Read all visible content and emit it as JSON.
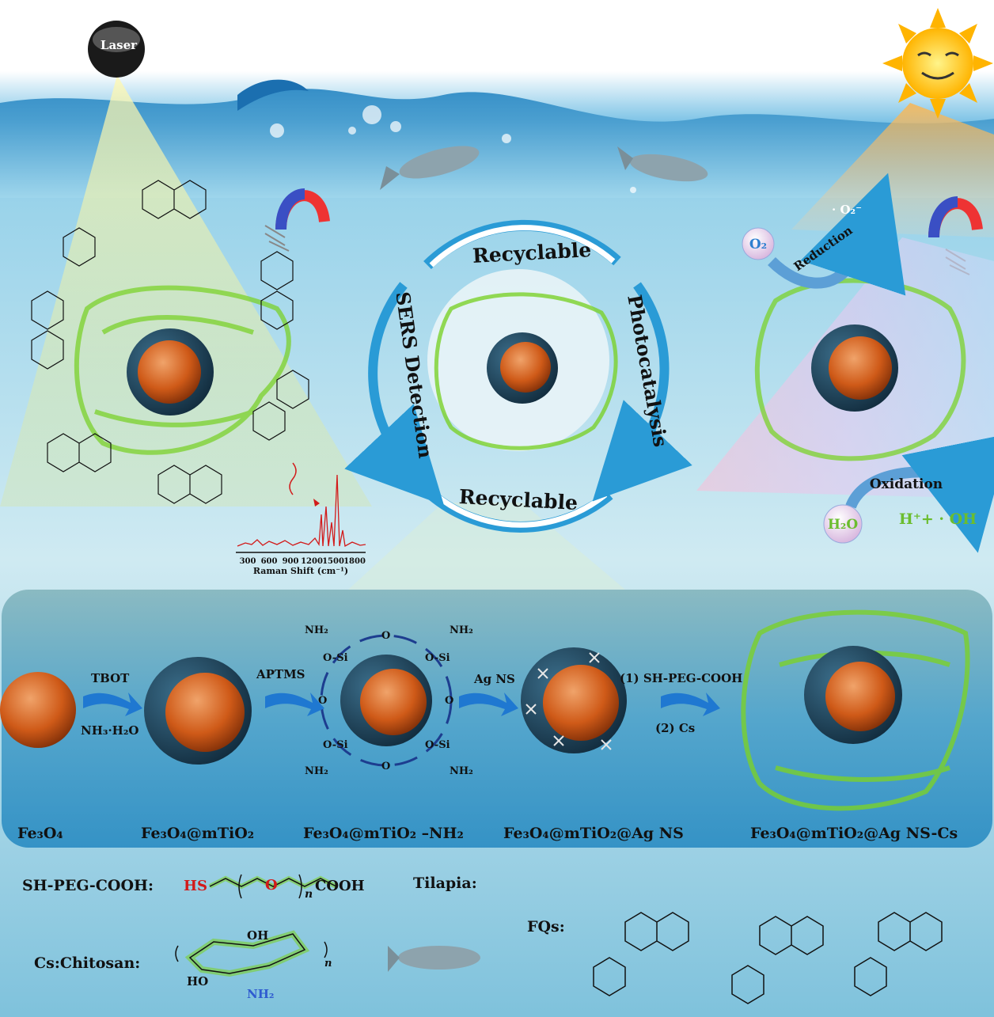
{
  "top": {
    "laser_label": "Laser",
    "cycle": {
      "top_label": "Recyclable",
      "bottom_label": "Recyclable",
      "left_label": "SERS Detection",
      "right_label": "Photocatalysis"
    },
    "raman": {
      "xlabel": "Raman Shift (cm⁻¹)",
      "ticks": [
        "300",
        "600",
        "900",
        "1200",
        "1500",
        "1800"
      ]
    },
    "photo": {
      "o2": "O₂",
      "reduction": "Reduction",
      "superoxide": "· O₂⁻",
      "h2o": "H₂O",
      "oxidation": "Oxidation",
      "products": "H⁺+ · OH"
    }
  },
  "synthesis": {
    "stages": [
      "Fe₃O₄",
      "Fe₃O₄@mTiO₂",
      "Fe₃O₄@mTiO₂ –NH₂",
      "Fe₃O₄@mTiO₂@Ag NS",
      "Fe₃O₄@mTiO₂@Ag NS-Cs"
    ],
    "arrows": [
      {
        "above": "TBOT",
        "below": "NH₃·H₂O"
      },
      {
        "above": "APTMS",
        "below": ""
      },
      {
        "above": "Ag NS",
        "below": ""
      },
      {
        "above": "(1) SH-PEG-COOH",
        "below": "(2) Cs"
      }
    ],
    "surface": {
      "o": "O",
      "si": "O-Si",
      "nh2": "NH₂"
    }
  },
  "legend": {
    "peg_label": "SH-PEG-COOH:",
    "peg_hs": "HS",
    "peg_o": "O",
    "peg_n": "n",
    "peg_cooh": "COOH",
    "cs_label": "Cs:Chitosan:",
    "cs_oh": "OH",
    "cs_ho": "HO",
    "cs_nh2": "NH₂",
    "cs_n": "n",
    "tilapia_label": "Tilapia:",
    "fqs_label": "FQs:"
  },
  "colors": {
    "water_top": "#2f95c9",
    "water_mid": "#bfe4ef",
    "panel": "#1e7fb0",
    "shell": "#1c3d52",
    "core": "#d8641e",
    "arrow_blue": "#1f78d1",
    "chitosan_green": "#7bd12b",
    "ring_blue": "#2a9bd6"
  }
}
